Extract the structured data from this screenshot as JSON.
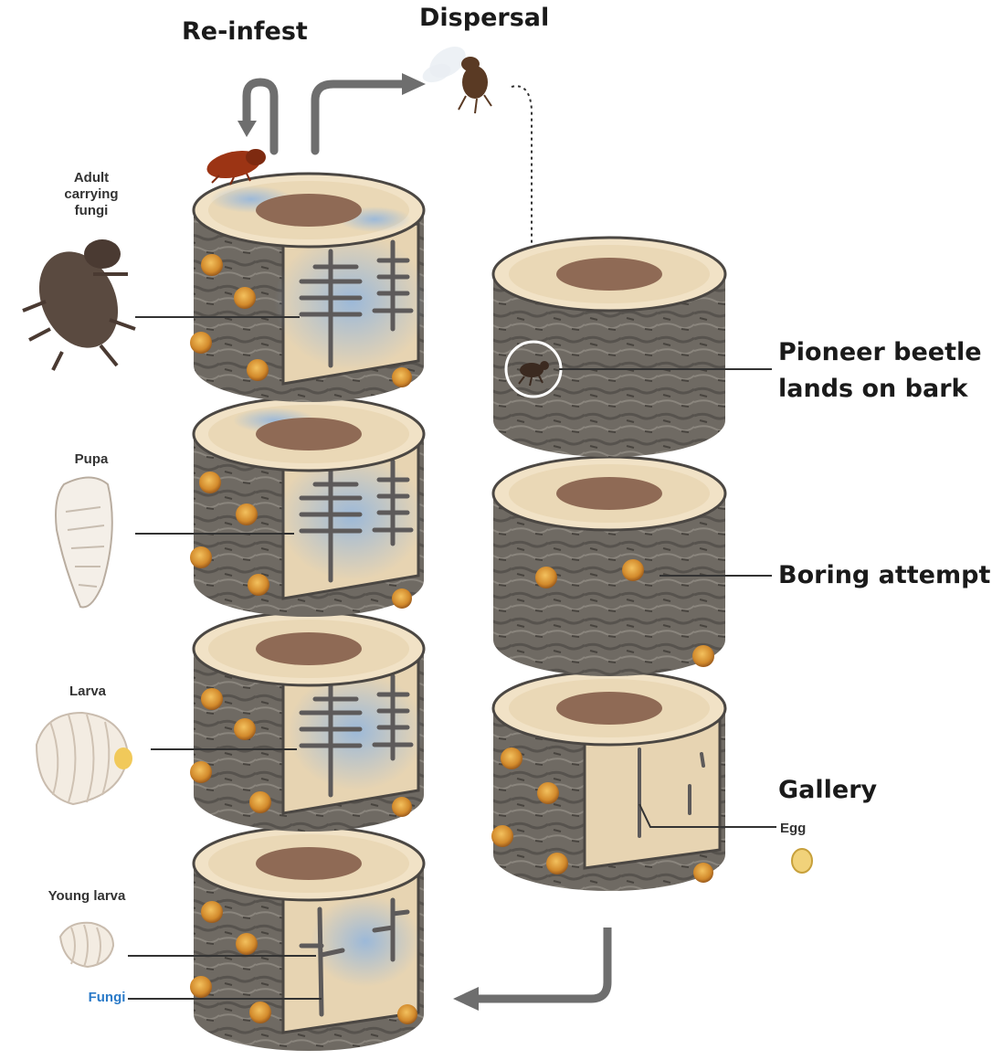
{
  "labels": {
    "reinfest": "Re-infest",
    "dispersal": "Dispersal",
    "adult_line1": "Adult",
    "adult_line2": "carrying",
    "adult_line3": "fungi",
    "pupa": "Pupa",
    "larva": "Larva",
    "young_larva": "Young larva",
    "fungi": "Fungi",
    "pioneer_line1": "Pioneer beetle",
    "pioneer_line2": "lands on bark",
    "boring": "Boring attempt",
    "gallery": "Gallery",
    "egg": "Egg"
  },
  "colors": {
    "bark": "#6f6a63",
    "bark_dark": "#4b4743",
    "sapwood": "#ecdcc0",
    "heartwood": "#8f6a55",
    "fungus_blue": "#8fb4df",
    "gallery": "#5d5a5a",
    "arrow": "#6e6e6e",
    "pitch_tube": "#d79a3a",
    "fungi_text": "#2a7ac8"
  }
}
